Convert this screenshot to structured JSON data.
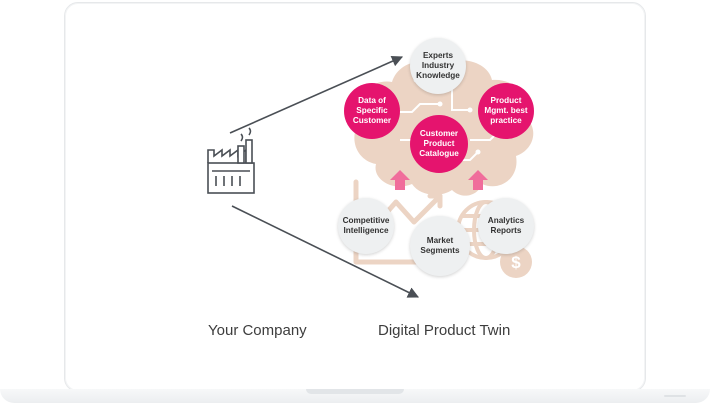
{
  "captions": {
    "left": "Your Company",
    "right": "Digital Product Twin"
  },
  "knowledge_bubbles": [
    {
      "label": "Experts\nIndustry\nKnowledge"
    },
    {
      "label": "Data of\nSpecific\nCustomer"
    },
    {
      "label": "Product\nMgmt. best\npractice"
    },
    {
      "label": "Customer\nProduct\nCatalogue"
    }
  ],
  "data_bubbles": [
    {
      "label": "Competitive\nIntelligence"
    },
    {
      "label": "Analytics\nReports"
    },
    {
      "label": "Market\nSegments"
    }
  ],
  "icons": [
    "factory-icon",
    "brain-circuit-icon",
    "trend-chart-icon",
    "globe-icon",
    "dollar-coin-icon",
    "up-arrow-icon"
  ],
  "colors": {
    "accent_pink": "#e5146e",
    "brain_beige": "#ecd4c4",
    "bubble_grey": "#eef0f1",
    "arrow_pink": "#f06d9b",
    "line_dark": "#4a4f55"
  }
}
